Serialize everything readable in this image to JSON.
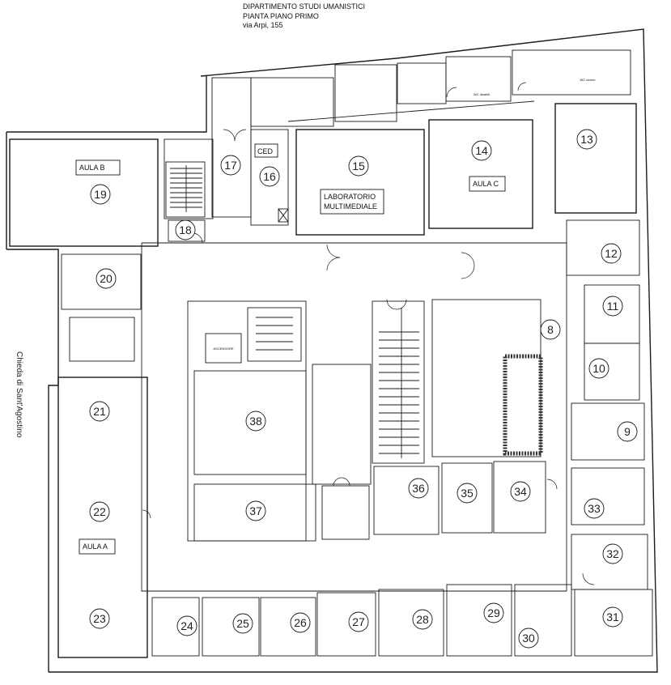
{
  "header": {
    "line1": "DIPARTIMENTO STUDI UMANISTICI",
    "line2": "PIANTA PIANO PRIMO",
    "line3": "via Arpi, 155"
  },
  "side_label": "Chieda di Sant'Agostino",
  "room_labels": {
    "aula_b": "AULA B",
    "ced": "CED",
    "lab_line1": "LABORATORIO",
    "lab_line2": "MULTIMEDIALE",
    "aula_c": "AULA C",
    "aula_a": "AULA A",
    "ascensore": "ASCENSORE",
    "wc_disabili": "WC disabili",
    "wc_donne": "WC donne"
  },
  "room_numbers": [
    "8",
    "9",
    "10",
    "11",
    "12",
    "13",
    "14",
    "15",
    "16",
    "17",
    "18",
    "19",
    "20",
    "21",
    "22",
    "23",
    "24",
    "25",
    "26",
    "27",
    "28",
    "29",
    "30",
    "31",
    "32",
    "33",
    "34",
    "35",
    "36",
    "37",
    "38"
  ]
}
